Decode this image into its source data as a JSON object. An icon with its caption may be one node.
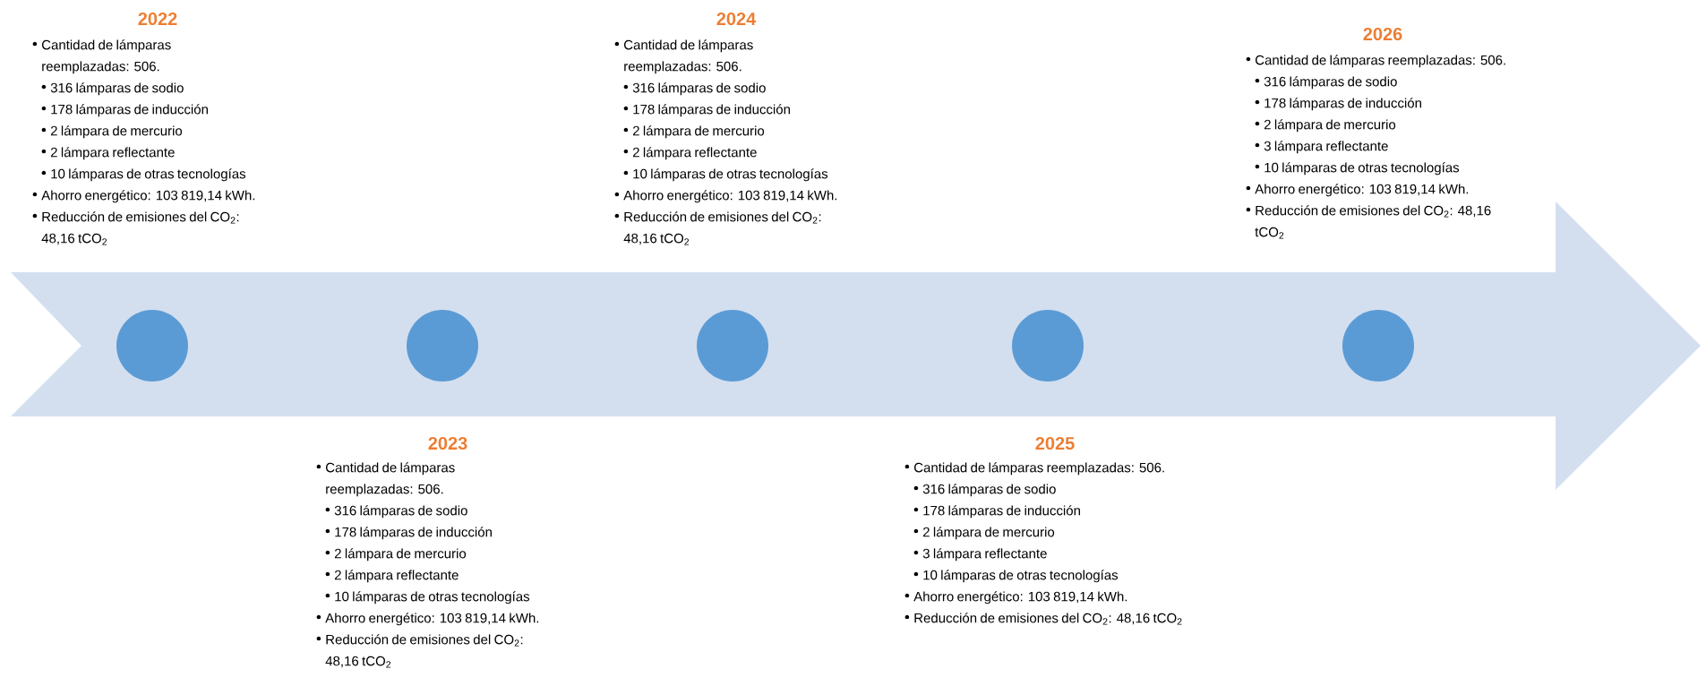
{
  "diagram": {
    "nodes": [
      {
        "text": [],
        "shape": "arrow"
      },
      {
        "text": [],
        "shape": "circle",
        "in": 0
      },
      {
        "text": [],
        "shape": "circle",
        "in": 0
      },
      {
        "text": [],
        "shape": "circle",
        "in": 0
      },
      {
        "text": [],
        "shape": "circle",
        "in": 0
      },
      {
        "text": [],
        "shape": "circle",
        "in": 0
      }
    ],
    "edges": [],
    "labels": [
      "2022",
      "Cantidad de lámparas reemplazadas: 506.",
      "316 lámparas de sodio",
      "178 lámparas de inducción",
      "2 lámpara de mercurio",
      "2 lámpara reflectante",
      "10 lámparas de otras tecnologías",
      "Ahorro energético: 103 819,14 kWh.",
      "Reducción de emisiones del CO$_{2}$: 48,16 tCO$_{2}$",
      "2024",
      "Cantidad de lámparas reemplazadas: 506.",
      "316 lámparas de sodio",
      "178 lámparas de inducción",
      "2 lámpara de mercurio",
      "2 lámpara reflectante",
      "10 lámparas de otras tecnologías",
      "Ahorro energético: 103 819,14 kWh.",
      "Reducción de emisiones del CO$_{2}$: 48,16 tCO$_{2}$",
      "2026",
      "Cantidad de lámparas reemplazadas: 506.",
      "316 lámparas de sodio",
      "178 lámparas de inducción",
      "2 lámpara de mercurio",
      "3 lámpara reflectante",
      "10 lámparas de otras tecnologías",
      "Ahorro energético: 103 819,14 kWh.",
      "Reducción de emisiones del CO$_{2}$: 48,16 tCO$_{2}$",
      "2023",
      "Cantidad de lámparas reemplazadas: 506.",
      "316 lámparas de sodio",
      "178 lámparas de inducción",
      "2 lámpara de mercurio",
      "2 lámpara reflectante",
      "10 lámparas de otras tecnologías",
      "Ahorro energético: 103 819,14 kWh.",
      "Reducción de emisiones del CO$_{2}$: 48,16 tCO$_{2}$",
      "2025",
      "Cantidad de lámparas reemplazadas: 506.",
      "316 lámparas de sodio",
      "178 lámparas de inducción",
      "2 lámpara de mercurio",
      "3 lámpara reflectante",
      "10 lámparas de otras tecnologías",
      "Ahorro energético: 103 819,14 kWh.",
      "Reducción de emisiones del CO$_{2}$: 48,16 tCO$_{2}$"
    ]
  }
}
